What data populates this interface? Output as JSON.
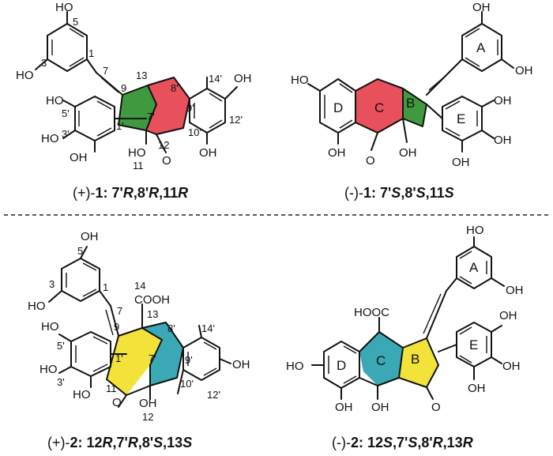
{
  "colors": {
    "green": "#3f9a3f",
    "red": "#e8505b",
    "yellow": "#f2e23a",
    "teal": "#3aa9b5",
    "divider": "#222222"
  },
  "structures": [
    {
      "id": "p1",
      "caption": [
        "(+)-",
        "1:",
        " 7'",
        "R",
        ",8'",
        "R",
        ",11",
        "R"
      ],
      "labels": {
        "oh_a1": "HO",
        "n5": "5",
        "n3": "3",
        "oh_a2": "HO",
        "n1": "1",
        "n7": "7",
        "n13": "13",
        "n8p": "8'",
        "n14p": "14'",
        "oh_r": "OH",
        "oh_e1": "HO",
        "n5p": "5'",
        "n9": "9",
        "oh_e2": "HO",
        "n1p": "1'",
        "n7p": "7'",
        "n9p": "9'",
        "n12p": "12'",
        "n10p": "10'",
        "n3p": "3'",
        "oh_e3": "OH",
        "ho11": "HO",
        "n11": "11",
        "n12": "12",
        "o": "O",
        "oh_b": "OH"
      }
    },
    {
      "id": "m1",
      "caption": [
        "(-)-",
        "1:",
        " 7'",
        "S",
        ",8'",
        "S",
        ",11",
        "S"
      ],
      "labels": {
        "oh_a1": "OH",
        "ring_a": "A",
        "oh_a2": "OH",
        "oh_d1": "HO",
        "ring_d": "D",
        "ring_c": "C",
        "ring_b": "B",
        "ring_e": "E",
        "oh_e1": "OH",
        "oh_e2": "OH",
        "oh_d2": "OH",
        "o": "O",
        "oh_c": "OH",
        "oh_e3": "OH"
      }
    },
    {
      "id": "p2",
      "caption": [
        "(+)-",
        "2:",
        " 12",
        "R",
        ",7'",
        "R",
        ",8'",
        "S",
        ",13",
        "S"
      ],
      "labels": {
        "oh_a1": "OH",
        "n5": "5",
        "n3": "3",
        "oh_a2": "HO",
        "n1": "1",
        "n7": "7",
        "n14": "14",
        "cooh": "COOH",
        "n13": "13",
        "oh_e1": "HO",
        "n5p": "5'",
        "n9": "9",
        "n8p": "8'",
        "n14p": "14'",
        "oh_e2": "HO",
        "n1p": "1'",
        "n7p": "7'",
        "n9p": "9'",
        "oh_r": "OH",
        "n3p": "3'",
        "n11": "11",
        "n10p": "10'",
        "oh_e3": "HO",
        "o": "O",
        "oh_b": "OH",
        "n12p": "12'",
        "n12": "12"
      }
    },
    {
      "id": "m2",
      "caption": [
        "(-)-",
        "2:",
        " 12",
        "S",
        ",7'",
        "S",
        ",8'",
        "R",
        ",13",
        "R"
      ],
      "labels": {
        "oh_a1": "HO",
        "ring_a": "A",
        "oh_a2": "OH",
        "hoooc": "HOOC",
        "oh_e1": "OH",
        "ring_b": "B",
        "ring_e": "E",
        "oh_d1": "HO",
        "ring_d": "D",
        "ring_c": "C",
        "oh_e2": "OH",
        "o": "O",
        "oh_c": "OH",
        "oh_d2": "OH",
        "oh_e3": "OH"
      }
    }
  ]
}
